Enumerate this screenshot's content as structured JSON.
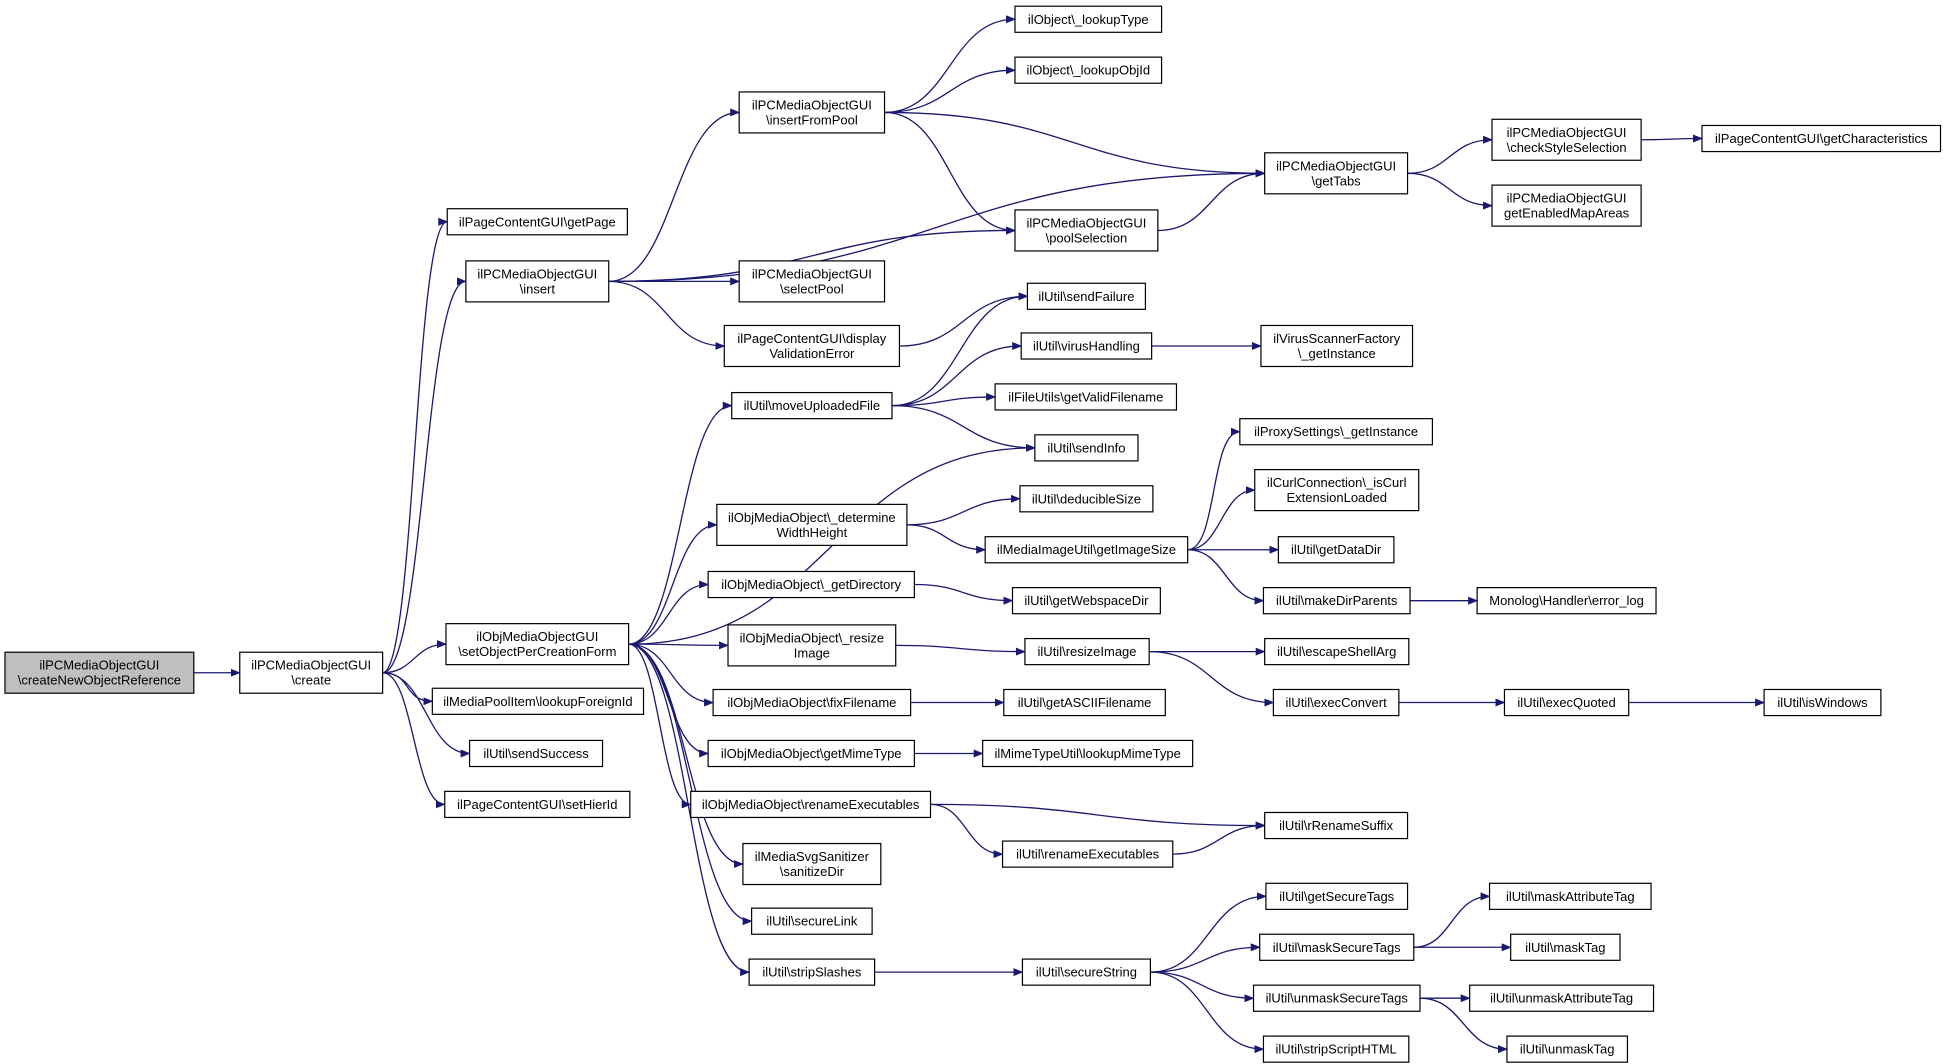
{
  "colors": {
    "edge": "#191970",
    "node_border": "#000000",
    "root_fill": "#bfbfbf",
    "node_fill": "#ffffff"
  },
  "nodes": {
    "root": [
      "ilPCMediaObjectGUI",
      "\\createNewObjectReference"
    ],
    "create": [
      "ilPCMediaObjectGUI",
      "\\create"
    ],
    "getPage": [
      "ilPageContentGUI\\getPage"
    ],
    "insert": [
      "ilPCMediaObjectGUI",
      "\\insert"
    ],
    "setObjectPerCreationForm": [
      "ilObjMediaObjectGUI",
      "\\setObjectPerCreationForm"
    ],
    "lookupForeignId": [
      "ilMediaPoolItem\\lookupForeignId"
    ],
    "sendSuccess": [
      "ilUtil\\sendSuccess"
    ],
    "setHierId": [
      "ilPageContentGUI\\setHierId"
    ],
    "insertFromPool": [
      "ilPCMediaObjectGUI",
      "\\insertFromPool"
    ],
    "selectPool": [
      "ilPCMediaObjectGUI",
      "\\selectPool"
    ],
    "displayValidationError": [
      "ilPageContentGUI\\display",
      "ValidationError"
    ],
    "moveUploadedFile": [
      "ilUtil\\moveUploadedFile"
    ],
    "determineWidthHeight": [
      "ilObjMediaObject\\_determine",
      "WidthHeight"
    ],
    "getDirectory": [
      "ilObjMediaObject\\_getDirectory"
    ],
    "resizeImage_obj": [
      "ilObjMediaObject\\_resize",
      "Image"
    ],
    "fixFilename": [
      "ilObjMediaObject\\fixFilename"
    ],
    "getMimeType": [
      "ilObjMediaObject\\getMimeType"
    ],
    "renameExecutables_obj": [
      "ilObjMediaObject\\renameExecutables"
    ],
    "sanitizeDir": [
      "ilMediaSvgSanitizer",
      "\\sanitizeDir"
    ],
    "secureLink": [
      "ilUtil\\secureLink"
    ],
    "stripSlashes": [
      "ilUtil\\stripSlashes"
    ],
    "lookupType": [
      "ilObject\\_lookupType"
    ],
    "lookupObjId": [
      "ilObject\\_lookupObjId"
    ],
    "poolSelection": [
      "ilPCMediaObjectGUI",
      "\\poolSelection"
    ],
    "sendFailure": [
      "ilUtil\\sendFailure"
    ],
    "virusHandling": [
      "ilUtil\\virusHandling"
    ],
    "getValidFilename": [
      "ilFileUtils\\getValidFilename"
    ],
    "sendInfo": [
      "ilUtil\\sendInfo"
    ],
    "deducibleSize": [
      "ilUtil\\deducibleSize"
    ],
    "getImageSize": [
      "ilMediaImageUtil\\getImageSize"
    ],
    "getWebspaceDir": [
      "ilUtil\\getWebspaceDir"
    ],
    "resizeImage_util": [
      "ilUtil\\resizeImage"
    ],
    "getASCIIFilename": [
      "ilUtil\\getASCIIFilename"
    ],
    "lookupMimeType": [
      "ilMimeTypeUtil\\lookupMimeType"
    ],
    "renameExecutables_util": [
      "ilUtil\\renameExecutables"
    ],
    "secureString": [
      "ilUtil\\secureString"
    ],
    "getTabs": [
      "ilPCMediaObjectGUI",
      "\\getTabs"
    ],
    "virusScannerGetInstance": [
      "ilVirusScannerFactory",
      "\\_getInstance"
    ],
    "proxyGetInstance": [
      "ilProxySettings\\_getInstance"
    ],
    "isCurlExtensionLoaded": [
      "ilCurlConnection\\_isCurl",
      "ExtensionLoaded"
    ],
    "getDataDir": [
      "ilUtil\\getDataDir"
    ],
    "makeDirParents": [
      "ilUtil\\makeDirParents"
    ],
    "escapeShellArg": [
      "ilUtil\\escapeShellArg"
    ],
    "execConvert": [
      "ilUtil\\execConvert"
    ],
    "rRenameSuffix": [
      "ilUtil\\rRenameSuffix"
    ],
    "getSecureTags": [
      "ilUtil\\getSecureTags"
    ],
    "maskSecureTags": [
      "ilUtil\\maskSecureTags"
    ],
    "unmaskSecureTags": [
      "ilUtil\\unmaskSecureTags"
    ],
    "stripScriptHTML": [
      "ilUtil\\stripScriptHTML"
    ],
    "checkStyleSelection": [
      "ilPCMediaObjectGUI",
      "\\checkStyleSelection"
    ],
    "getEnabledMapAreas": [
      "ilPCMediaObjectGUI",
      "getEnabledMapAreas"
    ],
    "errorLog": [
      "Monolog\\Handler\\error_log"
    ],
    "execQuoted": [
      "ilUtil\\execQuoted"
    ],
    "maskAttributeTag": [
      "ilUtil\\maskAttributeTag"
    ],
    "maskTag": [
      "ilUtil\\maskTag"
    ],
    "unmaskAttributeTag": [
      "ilUtil\\unmaskAttributeTag"
    ],
    "unmaskTag": [
      "ilUtil\\unmaskTag"
    ],
    "getCharacteristics": [
      "ilPageContentGUI\\getCharacteristics"
    ],
    "isWindows": [
      "ilUtil\\isWindows"
    ]
  },
  "edges": [
    [
      "root",
      "create"
    ],
    [
      "create",
      "getPage"
    ],
    [
      "create",
      "insert"
    ],
    [
      "create",
      "setObjectPerCreationForm"
    ],
    [
      "create",
      "lookupForeignId"
    ],
    [
      "create",
      "sendSuccess"
    ],
    [
      "create",
      "setHierId"
    ],
    [
      "insert",
      "insertFromPool"
    ],
    [
      "insert",
      "getTabs"
    ],
    [
      "insert",
      "poolSelection"
    ],
    [
      "insert",
      "selectPool"
    ],
    [
      "insert",
      "displayValidationError"
    ],
    [
      "insertFromPool",
      "lookupType"
    ],
    [
      "insertFromPool",
      "lookupObjId"
    ],
    [
      "insertFromPool",
      "getTabs"
    ],
    [
      "insertFromPool",
      "poolSelection"
    ],
    [
      "poolSelection",
      "getTabs"
    ],
    [
      "getTabs",
      "checkStyleSelection"
    ],
    [
      "getTabs",
      "getEnabledMapAreas"
    ],
    [
      "checkStyleSelection",
      "getCharacteristics"
    ],
    [
      "displayValidationError",
      "sendFailure"
    ],
    [
      "setObjectPerCreationForm",
      "moveUploadedFile"
    ],
    [
      "setObjectPerCreationForm",
      "sendInfo"
    ],
    [
      "setObjectPerCreationForm",
      "determineWidthHeight"
    ],
    [
      "setObjectPerCreationForm",
      "getDirectory"
    ],
    [
      "setObjectPerCreationForm",
      "resizeImage_obj"
    ],
    [
      "setObjectPerCreationForm",
      "fixFilename"
    ],
    [
      "setObjectPerCreationForm",
      "getMimeType"
    ],
    [
      "setObjectPerCreationForm",
      "renameExecutables_obj"
    ],
    [
      "setObjectPerCreationForm",
      "sanitizeDir"
    ],
    [
      "setObjectPerCreationForm",
      "secureLink"
    ],
    [
      "setObjectPerCreationForm",
      "stripSlashes"
    ],
    [
      "moveUploadedFile",
      "sendFailure"
    ],
    [
      "moveUploadedFile",
      "virusHandling"
    ],
    [
      "moveUploadedFile",
      "getValidFilename"
    ],
    [
      "moveUploadedFile",
      "sendInfo"
    ],
    [
      "virusHandling",
      "virusScannerGetInstance"
    ],
    [
      "determineWidthHeight",
      "deducibleSize"
    ],
    [
      "determineWidthHeight",
      "getImageSize"
    ],
    [
      "getImageSize",
      "proxyGetInstance"
    ],
    [
      "getImageSize",
      "isCurlExtensionLoaded"
    ],
    [
      "getImageSize",
      "getDataDir"
    ],
    [
      "getImageSize",
      "makeDirParents"
    ],
    [
      "makeDirParents",
      "errorLog"
    ],
    [
      "getDirectory",
      "getWebspaceDir"
    ],
    [
      "resizeImage_obj",
      "resizeImage_util"
    ],
    [
      "resizeImage_util",
      "escapeShellArg"
    ],
    [
      "resizeImage_util",
      "execConvert"
    ],
    [
      "execConvert",
      "execQuoted"
    ],
    [
      "execQuoted",
      "isWindows"
    ],
    [
      "fixFilename",
      "getASCIIFilename"
    ],
    [
      "getMimeType",
      "lookupMimeType"
    ],
    [
      "renameExecutables_obj",
      "rRenameSuffix"
    ],
    [
      "renameExecutables_obj",
      "renameExecutables_util"
    ],
    [
      "renameExecutables_util",
      "rRenameSuffix"
    ],
    [
      "stripSlashes",
      "secureString"
    ],
    [
      "secureString",
      "getSecureTags"
    ],
    [
      "secureString",
      "maskSecureTags"
    ],
    [
      "secureString",
      "unmaskSecureTags"
    ],
    [
      "secureString",
      "stripScriptHTML"
    ],
    [
      "maskSecureTags",
      "maskAttributeTag"
    ],
    [
      "maskSecureTags",
      "maskTag"
    ],
    [
      "unmaskSecureTags",
      "unmaskAttributeTag"
    ],
    [
      "unmaskSecureTags",
      "unmaskTag"
    ]
  ]
}
